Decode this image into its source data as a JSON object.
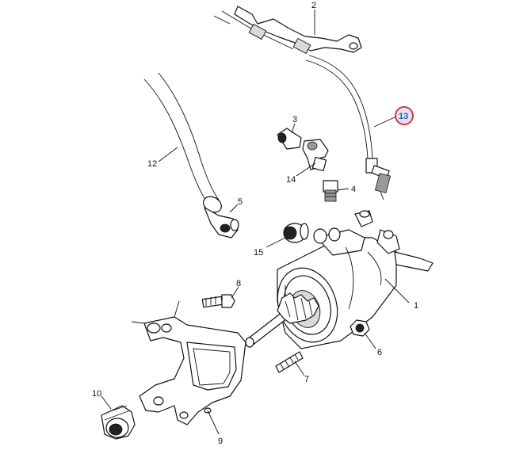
{
  "diagram": {
    "callouts": [
      {
        "id": "c1",
        "text": "1"
      },
      {
        "id": "c2",
        "text": "2"
      },
      {
        "id": "c3",
        "text": "3"
      },
      {
        "id": "c4",
        "text": "4"
      },
      {
        "id": "c5",
        "text": "5"
      },
      {
        "id": "c6",
        "text": "6"
      },
      {
        "id": "c7",
        "text": "7"
      },
      {
        "id": "c8",
        "text": "8"
      },
      {
        "id": "c9",
        "text": "9"
      },
      {
        "id": "c10",
        "text": "10"
      },
      {
        "id": "c12",
        "text": "12"
      },
      {
        "id": "c13",
        "text": "13"
      },
      {
        "id": "c14",
        "text": "14"
      },
      {
        "id": "c15",
        "text": "15"
      }
    ],
    "highlight_color": "#d9363e"
  }
}
